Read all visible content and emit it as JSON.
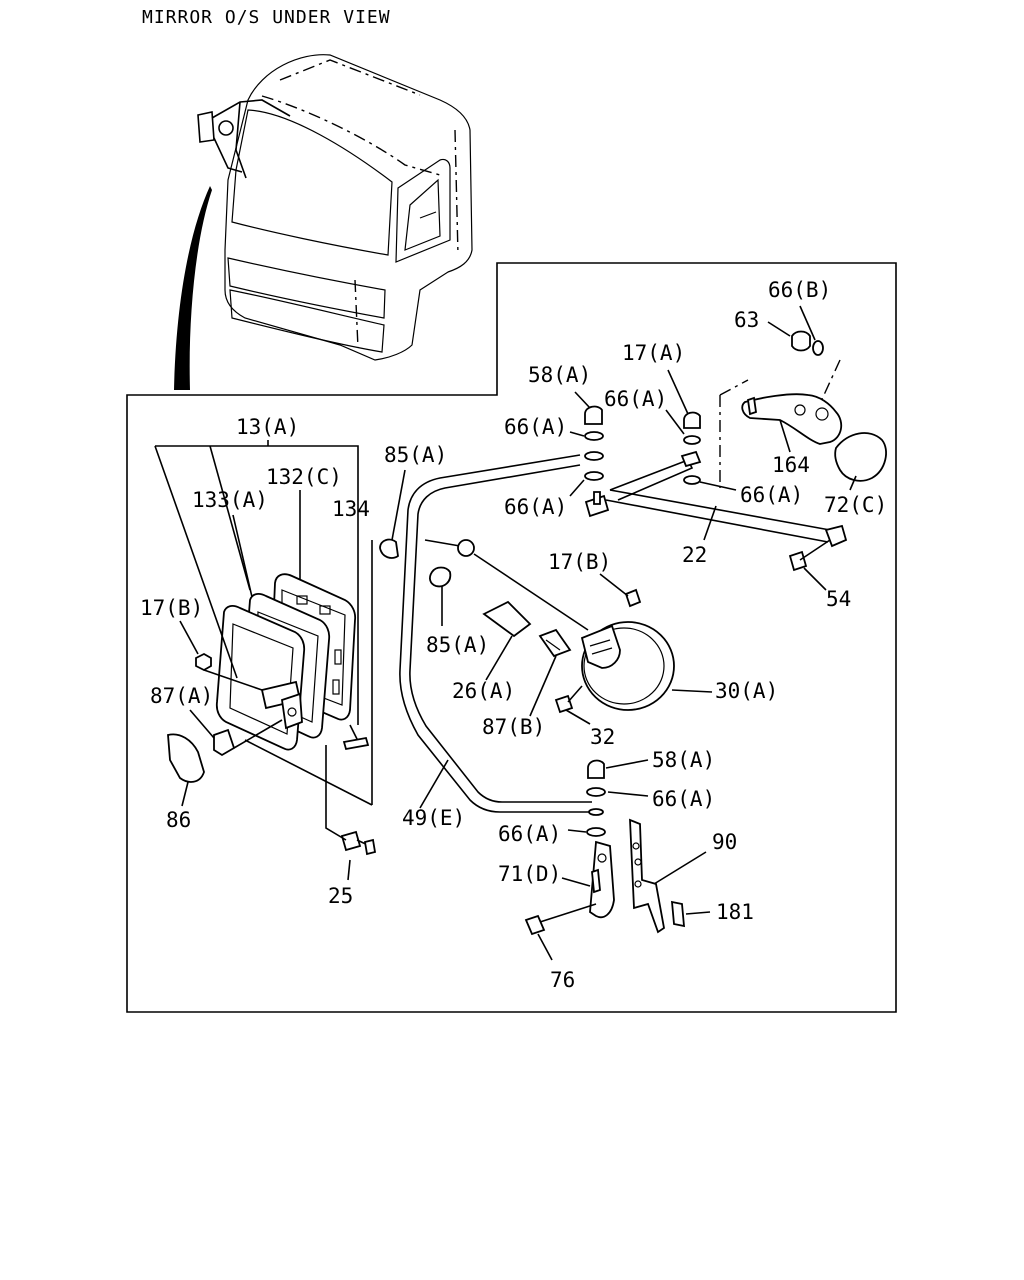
{
  "title": "MIRROR O/S UNDER VIEW",
  "labels": {
    "l_66B": "66(B)",
    "l_63": "63",
    "l_17A": "17(A)",
    "l_58A_top": "58(A)",
    "l_66A_1": "66(A)",
    "l_66A_2": "66(A)",
    "l_66A_3": "66(A)",
    "l_66A_4": "66(A)",
    "l_164": "164",
    "l_72C": "72(C)",
    "l_13A": "13(A)",
    "l_85A_top": "85(A)",
    "l_132C": "132(C)",
    "l_133A": "133(A)",
    "l_134": "134",
    "l_22": "22",
    "l_54": "54",
    "l_17B_right": "17(B)",
    "l_17B_left": "17(B)",
    "l_85A_mid": "85(A)",
    "l_26A": "26(A)",
    "l_30A": "30(A)",
    "l_87A": "87(A)",
    "l_87B": "87(B)",
    "l_32": "32",
    "l_58A_bottom": "58(A)",
    "l_66A_5": "66(A)",
    "l_86": "86",
    "l_49E": "49(E)",
    "l_66A_6": "66(A)",
    "l_90": "90",
    "l_71D": "71(D)",
    "l_25": "25",
    "l_181": "181",
    "l_76": "76"
  }
}
